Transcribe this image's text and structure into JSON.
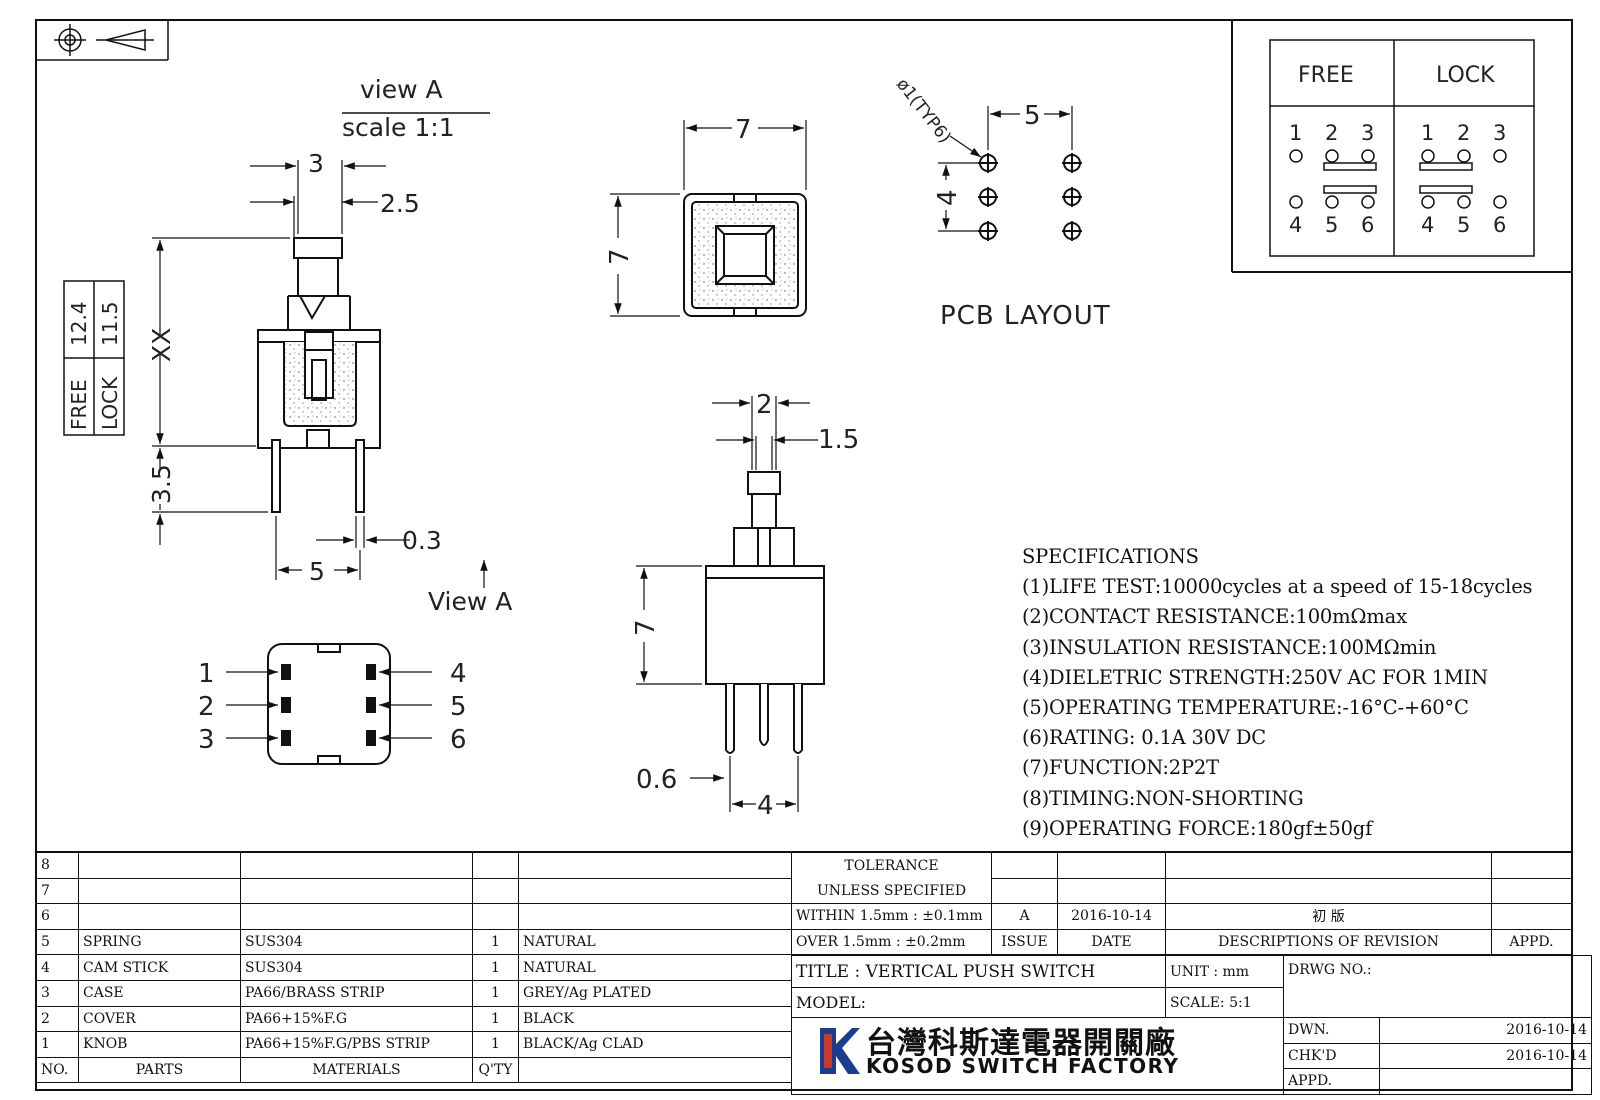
{
  "views": {
    "view_a_title": "view A",
    "view_a_scale": "scale 1:1",
    "view_a_arrow": "View A",
    "pcb_title": "PCB LAYOUT"
  },
  "dimensions": {
    "d3": "3",
    "d25": "2.5",
    "xx": "XX",
    "d35": "3.5",
    "d03": "0.3",
    "d5_left": "5",
    "d7_top": "7",
    "d7_side": "7",
    "d2": "2",
    "d15": "1.5",
    "d7_front": "7",
    "d06": "0.6",
    "d4_front": "4",
    "pcb_hole": "ø1(TYP6)",
    "pcb_5": "5",
    "pcb_4": "4"
  },
  "stroke_table": {
    "free_label": "FREE",
    "lock_label": "LOCK",
    "free_value": "12.4",
    "lock_value": "11.5"
  },
  "pin_labels": [
    "1",
    "2",
    "3",
    "4",
    "5",
    "6"
  ],
  "state_table": {
    "free": "FREE",
    "lock": "LOCK",
    "pins": [
      "1",
      "2",
      "3",
      "4",
      "5",
      "6"
    ]
  },
  "specifications": {
    "title": "SPECIFICATIONS",
    "items": [
      "(1)LIFE TEST:10000cycles at a speed of 15-18cycles",
      "(2)CONTACT RESISTANCE:100mΩmax",
      "(3)INSULATION RESISTANCE:100MΩmin",
      "(4)DIELETRIC STRENGTH:250V AC FOR 1MIN",
      "(5)OPERATING TEMPERATURE:-16°C-+60°C",
      "(6)RATING: 0.1A 30V DC",
      "(7)FUNCTION:2P2T",
      "(8)TIMING:NON-SHORTING",
      "(9)OPERATING FORCE:180gf±50gf"
    ]
  },
  "parts_table": {
    "rows": [
      {
        "no": "8",
        "part": "",
        "material": "",
        "qty": "",
        "finish": ""
      },
      {
        "no": "7",
        "part": "",
        "material": "",
        "qty": "",
        "finish": ""
      },
      {
        "no": "6",
        "part": "",
        "material": "",
        "qty": "",
        "finish": ""
      },
      {
        "no": "5",
        "part": "SPRING",
        "material": "SUS304",
        "qty": "1",
        "finish": "NATURAL"
      },
      {
        "no": "4",
        "part": "CAM STICK",
        "material": "SUS304",
        "qty": "1",
        "finish": "NATURAL"
      },
      {
        "no": "3",
        "part": "CASE",
        "material": "PA66/BRASS STRIP",
        "qty": "1",
        "finish": "GREY/Ag PLATED"
      },
      {
        "no": "2",
        "part": "COVER",
        "material": "PA66+15%F.G",
        "qty": "1",
        "finish": "BLACK"
      },
      {
        "no": "1",
        "part": "KNOB",
        "material": "PA66+15%F.G/PBS STRIP",
        "qty": "1",
        "finish": "BLACK/Ag CLAD"
      }
    ],
    "header": {
      "no": "NO.",
      "part": "PARTS",
      "material": "MATERIALS",
      "qty": "Q'TY",
      "finish": ""
    }
  },
  "tolerance": {
    "line1": "TOLERANCE",
    "line2": "UNLESS  SPECIFIED",
    "line3": "WITHIN 1.5mm : ±0.1mm",
    "line4": "OVER 1.5mm : ±0.2mm"
  },
  "revision": {
    "issue": "A",
    "date": "2016-10-14",
    "description": "初 版",
    "issue_h": "ISSUE",
    "date_h": "DATE",
    "desc_h": "DESCRIPTIONS OF REVISION",
    "appd_h": "APPD."
  },
  "title_block": {
    "title": "TITLE :  VERTICAL PUSH SWITCH",
    "unit": "UNIT :  mm",
    "model": "MODEL:",
    "scale": "SCALE:  5:1",
    "drwg_no": "DRWG NO.:",
    "dwn": "DWN.",
    "dwn_date": "2016-10-14",
    "chkd": "CHK'D",
    "chkd_date": "2016-10-14",
    "appd": "APPD."
  },
  "company": {
    "name_cn": "台灣科斯達電器開關廠",
    "name_en": "KOSOD SWITCH FACTORY"
  }
}
